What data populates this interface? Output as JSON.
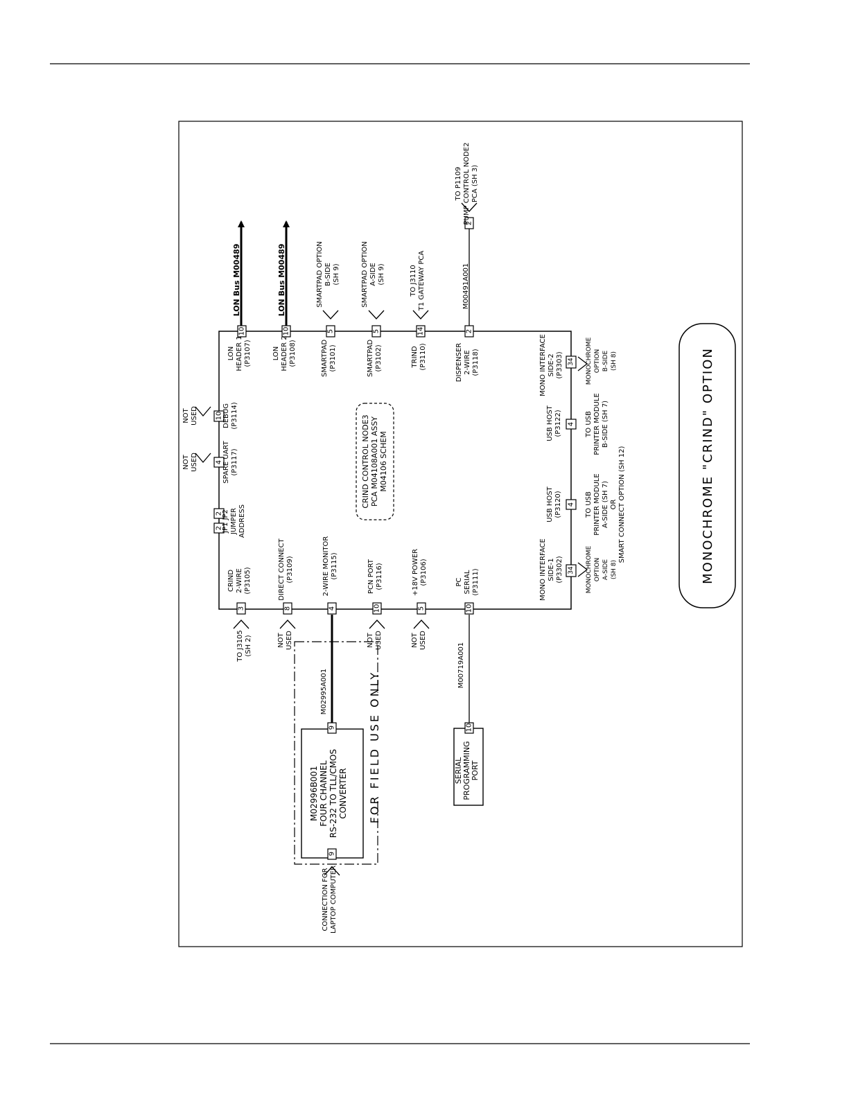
{
  "title": "MONOCHROME \"CRIND\" OPTION",
  "field_use_label": "FOR FIELD USE ONLY",
  "board": {
    "label_lines": [
      "CRIND CONTROL NODE3",
      "PCA M04108A001 ASSY",
      "M04106 SCHEM"
    ]
  },
  "converter": {
    "lines": [
      "M02996B001",
      "FOUR CHANNEL",
      "RS-232 TO TLL/CMOS",
      "CONVERTER"
    ]
  },
  "serial_port": {
    "lines": [
      "SERIAL",
      "PROGRAMMING",
      "PORT"
    ]
  },
  "pins": {
    "lon1": "10",
    "lon2": "10",
    "smartpad_b": "5",
    "smartpad_a": "5",
    "trind": "14",
    "dispenser": "2",
    "pump_control": "2",
    "debug": "10",
    "spare_uart": "4",
    "jp2": "2",
    "jp1": "2",
    "crind": "3",
    "direct_connect": "8",
    "monitor": "4",
    "pcn_port": "10",
    "power": "5",
    "pc_serial": "10",
    "mono_side2": "34",
    "usb_p3122": "4",
    "usb_p3120": "4",
    "mono_side1": "34",
    "converter_top": "9",
    "converter_bottom": "9",
    "serial_port": "10"
  },
  "labels": {
    "lon_bus_1": "LON Bus M00489",
    "lon_bus_2": "LON Bus M00489",
    "lon_header_1": [
      "LON",
      "HEADER 1",
      "(P3107)"
    ],
    "lon_header_2": [
      "LON",
      "HEADER 2",
      "(P3108)"
    ],
    "smartpad_p3101": [
      "SMARTPAD",
      "(P3101)"
    ],
    "smartpad_p3102": [
      "SMARTPAD",
      "(P3102)"
    ],
    "trind": [
      "TRIND",
      "(P3110)"
    ],
    "dispenser": [
      "DISPENSER",
      "2-WIRE",
      "(P3118)"
    ],
    "smartpad_b_option": [
      "SMARTPAD OPTION",
      "B-SIDE",
      "(SH 9)"
    ],
    "smartpad_a_option": [
      "SMARTPAD OPTION",
      "A-SIDE",
      "(SH 9)"
    ],
    "trind_gateway": [
      "TO J3110",
      "T1 GATEWAY PCA"
    ],
    "dispenser_cable": "M00491A001",
    "pump_control": [
      "TO P1109",
      "PUMP CONTROL NODE2",
      "PCA (SH 3)"
    ],
    "not_used": [
      "NOT",
      "USED"
    ],
    "debug": [
      "DEBUG",
      "(P3114)"
    ],
    "spare_uart": [
      "SPARE UART",
      "(P3117)"
    ],
    "jumper": [
      "JP1   JP2",
      "JUMPER",
      "ADDRESS"
    ],
    "crind": [
      "CRIND",
      "2-WIRE",
      "(P3105)"
    ],
    "direct_connect": [
      "DIRECT CONNECT",
      "(P3109)"
    ],
    "monitor": [
      "2-WIRE MONITOR",
      "(P3115)"
    ],
    "pcn_port": [
      "PCN PORT",
      "(P3116)"
    ],
    "power": [
      "+18V POWER",
      "(P3106)"
    ],
    "pc_serial": [
      "PC",
      "SERIAL",
      "(P3111)"
    ],
    "to_j3105": [
      "TO J3105",
      "(SH 2)"
    ],
    "monitor_cable": "M02995A001",
    "pc_serial_cable": "M00719A001",
    "laptop_connection": [
      "CONNECTION FOR",
      "LAPTOP COMPUTER"
    ],
    "mono_side2": [
      "MONO INTERFACE",
      "SIDE-2",
      "(P3303)"
    ],
    "usb_p3122": [
      "USB HOST",
      "(P3122)"
    ],
    "usb_p3120": [
      "USB HOST",
      "(P3120)"
    ],
    "mono_side1": [
      "MONO INTERFACE",
      "SIDE-1",
      "(P3302)"
    ],
    "mono_option_b": [
      "MONOCHROME",
      "OPTION",
      "B-SIDE",
      "(SH 8)"
    ],
    "usb_printer_b": [
      "TO USB",
      "PRINTER MODULE",
      "B-SIDE (SH 7)"
    ],
    "usb_printer_a": [
      "TO USB",
      "PRINTER MODULE",
      "A-SIDE (SH 7)",
      "OR",
      "SMART CONNECT OPTION (SH 12)"
    ],
    "mono_option_a": [
      "MONOCHROME",
      "OPTION",
      "A-SIDE",
      "(SH 8)"
    ]
  }
}
